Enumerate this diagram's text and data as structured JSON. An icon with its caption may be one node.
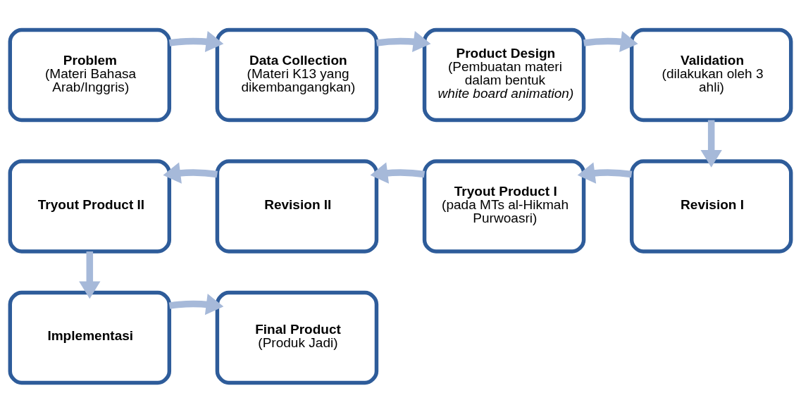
{
  "diagram": {
    "nodes": [
      {
        "text": [
          "Problem",
          "(Materi Bahasa Arab/Inggris)"
        ]
      },
      {
        "text": [
          "Data Collection",
          "(Materi K13 yang dikembangangkan)"
        ]
      },
      {
        "text": [
          "Product Design",
          "(Pembuatan materi dalam bentuk *white board animation*)"
        ]
      },
      {
        "text": [
          "Validation",
          "(dilakukan oleh 3 ahli)"
        ]
      },
      {
        "text": [
          "Tryout Product II"
        ]
      },
      {
        "text": [
          "Revision II"
        ]
      },
      {
        "text": [
          "Tryout Product I",
          "(pada MTs al-Hikmah Purwoasri)"
        ]
      },
      {
        "text": [
          "Revision I"
        ]
      },
      {
        "text": [
          "Implementasi"
        ]
      },
      {
        "text": [
          "Final Product",
          "(Produk Jadi)"
        ]
      }
    ],
    "edges": [
      {
        "from": 0,
        "to": 1,
        "arrow": "to"
      },
      {
        "from": 1,
        "to": 2,
        "arrow": "to"
      },
      {
        "from": 2,
        "to": 3,
        "arrow": "to"
      },
      {
        "from": 3,
        "to": 7,
        "arrow": "to"
      },
      {
        "from": 7,
        "to": 6,
        "arrow": "to"
      },
      {
        "from": 6,
        "to": 5,
        "arrow": "to"
      },
      {
        "from": 5,
        "to": 4,
        "arrow": "to"
      },
      {
        "from": 4,
        "to": 8,
        "arrow": "to"
      },
      {
        "from": 8,
        "to": 9,
        "arrow": "to"
      }
    ]
  }
}
